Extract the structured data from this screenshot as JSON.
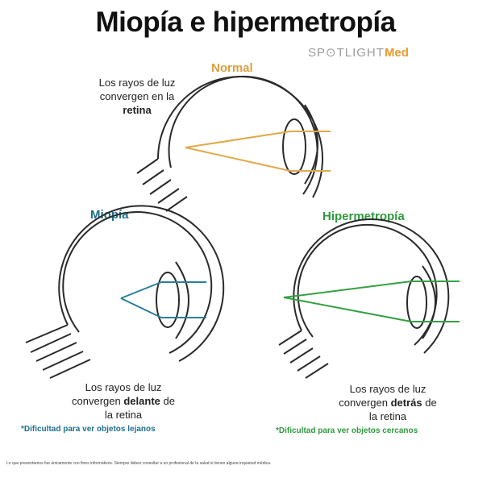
{
  "header": {
    "title": "Miopía e hipermetropía",
    "brand_pre": "SP",
    "brand_post": "TLIGHT",
    "brand_accent": "Med"
  },
  "normal": {
    "label": "Normal",
    "line1": "Los rayos de luz",
    "line2": "convergen en la",
    "line3": "retina",
    "ray_color": "#e0a94a"
  },
  "miopia": {
    "label": "Miopía",
    "line1": "Los rayos de luz",
    "line2_pre": "convergen ",
    "line2_bold": "delante",
    "line2_post": " de",
    "line3": "la retina",
    "note": "*Dificultad para ver objetos lejanos",
    "ray_color": "#2a7f9a"
  },
  "hipermetropia": {
    "label": "Hipermetropía",
    "line1": "Los rayos de luz",
    "line2_pre": "convergen ",
    "line2_bold": "detrás",
    "line2_post": " de",
    "line3": "la retina",
    "note": "*Dificultad para ver objetos cercanos",
    "ray_color": "#35a043"
  },
  "footer": {
    "disclaimer": "Lo que presentamos fue únicamente con fines informativos. Siempre debes consultar a un profesional de la salud si tienes alguna inquietud médica."
  }
}
